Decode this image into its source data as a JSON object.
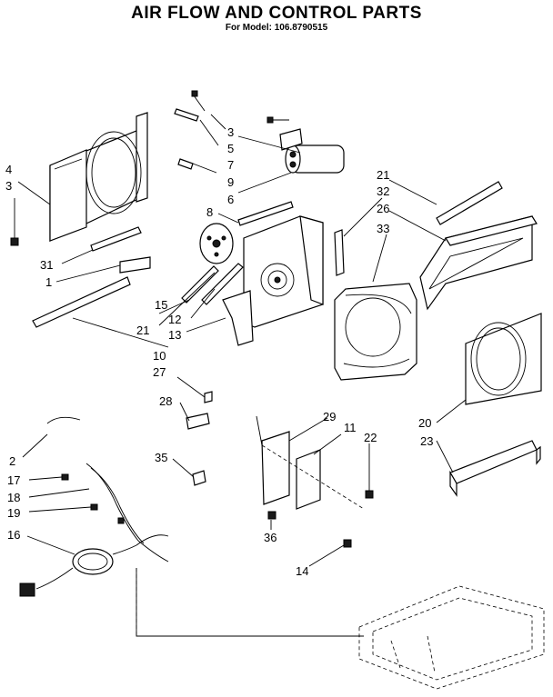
{
  "title": "AIR FLOW AND CONTROL PARTS",
  "subtitle": "For Model: 106.8790515",
  "callouts": [
    "3",
    "5",
    "7",
    "9",
    "6",
    "4",
    "3",
    "31",
    "1",
    "8",
    "21",
    "32",
    "26",
    "33",
    "15",
    "21",
    "12",
    "13",
    "10",
    "27",
    "28",
    "29",
    "11",
    "22",
    "2",
    "17",
    "18",
    "19",
    "16",
    "35",
    "36",
    "14",
    "20",
    "23"
  ],
  "icons": [
    "orifice-panel",
    "scroll-housing",
    "shroud",
    "control-bracket",
    "capacitor",
    "power-cord",
    "fan-motor-plate",
    "wire-harness"
  ]
}
